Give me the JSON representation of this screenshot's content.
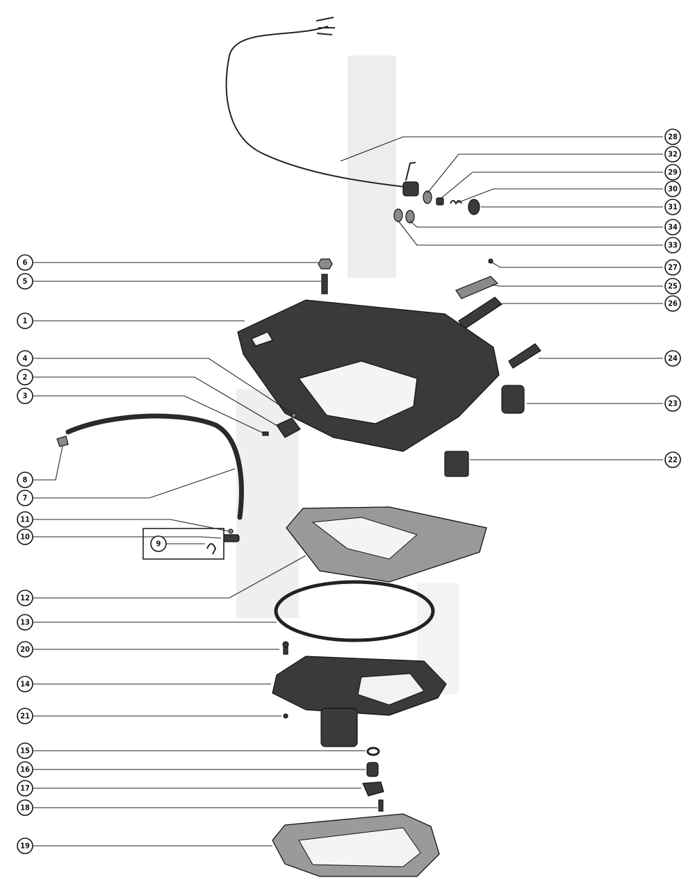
{
  "callouts": [
    {
      "id": "c28",
      "label": "28"
    },
    {
      "id": "c32",
      "label": "32"
    },
    {
      "id": "c29",
      "label": "29"
    },
    {
      "id": "c30",
      "label": "30"
    },
    {
      "id": "c31",
      "label": "31"
    },
    {
      "id": "c34",
      "label": "34"
    },
    {
      "id": "c33",
      "label": "33"
    },
    {
      "id": "c6",
      "label": "6"
    },
    {
      "id": "c27",
      "label": "27"
    },
    {
      "id": "c5",
      "label": "5"
    },
    {
      "id": "c25",
      "label": "25"
    },
    {
      "id": "c26",
      "label": "26"
    },
    {
      "id": "c1",
      "label": "1"
    },
    {
      "id": "c4",
      "label": "4"
    },
    {
      "id": "c24",
      "label": "24"
    },
    {
      "id": "c2",
      "label": "2"
    },
    {
      "id": "c3",
      "label": "3"
    },
    {
      "id": "c23",
      "label": "23"
    },
    {
      "id": "c22",
      "label": "22"
    },
    {
      "id": "c8",
      "label": "8"
    },
    {
      "id": "c7",
      "label": "7"
    },
    {
      "id": "c11",
      "label": "11"
    },
    {
      "id": "c10",
      "label": "10"
    },
    {
      "id": "c9",
      "label": "9"
    },
    {
      "id": "c12",
      "label": "12"
    },
    {
      "id": "c13",
      "label": "13"
    },
    {
      "id": "c20",
      "label": "20"
    },
    {
      "id": "c14",
      "label": "14"
    },
    {
      "id": "c21",
      "label": "21"
    },
    {
      "id": "c15",
      "label": "15"
    },
    {
      "id": "c16",
      "label": "16"
    },
    {
      "id": "c17",
      "label": "17"
    },
    {
      "id": "c18",
      "label": "18"
    },
    {
      "id": "c19",
      "label": "19"
    }
  ]
}
